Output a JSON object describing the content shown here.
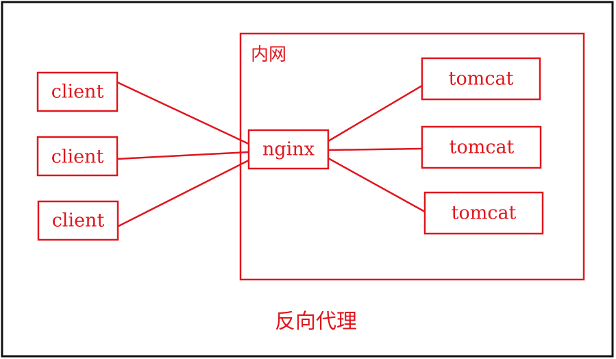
{
  "colors": {
    "stroke": "#e0161d",
    "frame": "#111111",
    "background": "#ffffff"
  },
  "diagram": {
    "intranet_label": "内网",
    "caption": "反向代理",
    "clients": [
      "client",
      "client",
      "client"
    ],
    "proxy": "nginx",
    "backends": [
      "tomcat",
      "tomcat",
      "tomcat"
    ]
  }
}
